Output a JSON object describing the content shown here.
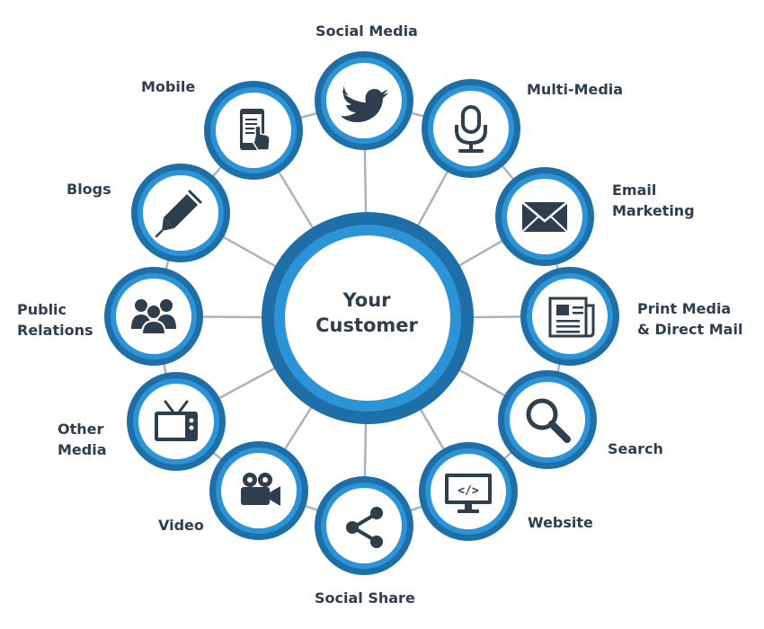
{
  "center": {
    "line1": "Your",
    "line2": "Customer"
  },
  "colors": {
    "ring_outer": "#1e6fa8",
    "ring_mid": "#2b93d6",
    "ring_light": "#e3f0f9",
    "icon": "#2f3e4d",
    "connector": "#a9b3bd",
    "text": "#2f3e4d"
  },
  "nodes": [
    {
      "id": "social-media",
      "icon": "twitter-bird-icon",
      "lines": [
        "Social Media"
      ]
    },
    {
      "id": "multi-media",
      "icon": "microphone-icon",
      "lines": [
        "Multi-Media"
      ]
    },
    {
      "id": "email-marketing",
      "icon": "envelope-icon",
      "lines": [
        "Email",
        "Marketing"
      ]
    },
    {
      "id": "print-media",
      "icon": "newspaper-icon",
      "lines": [
        "Print Media",
        "& Direct Mail"
      ]
    },
    {
      "id": "search",
      "icon": "magnifier-icon",
      "lines": [
        "Search"
      ]
    },
    {
      "id": "website",
      "icon": "code-monitor-icon",
      "lines": [
        "Website"
      ]
    },
    {
      "id": "social-share",
      "icon": "share-icon",
      "lines": [
        "Social Share"
      ]
    },
    {
      "id": "video",
      "icon": "video-camera-icon",
      "lines": [
        "Video"
      ]
    },
    {
      "id": "other-media",
      "icon": "television-icon",
      "lines": [
        "Other",
        "Media"
      ]
    },
    {
      "id": "public-relations",
      "icon": "people-group-icon",
      "lines": [
        "Public",
        "Relations"
      ]
    },
    {
      "id": "blogs",
      "icon": "pen-icon",
      "lines": [
        "Blogs"
      ]
    },
    {
      "id": "mobile",
      "icon": "mobile-phone-icon",
      "lines": [
        "Mobile"
      ]
    }
  ]
}
